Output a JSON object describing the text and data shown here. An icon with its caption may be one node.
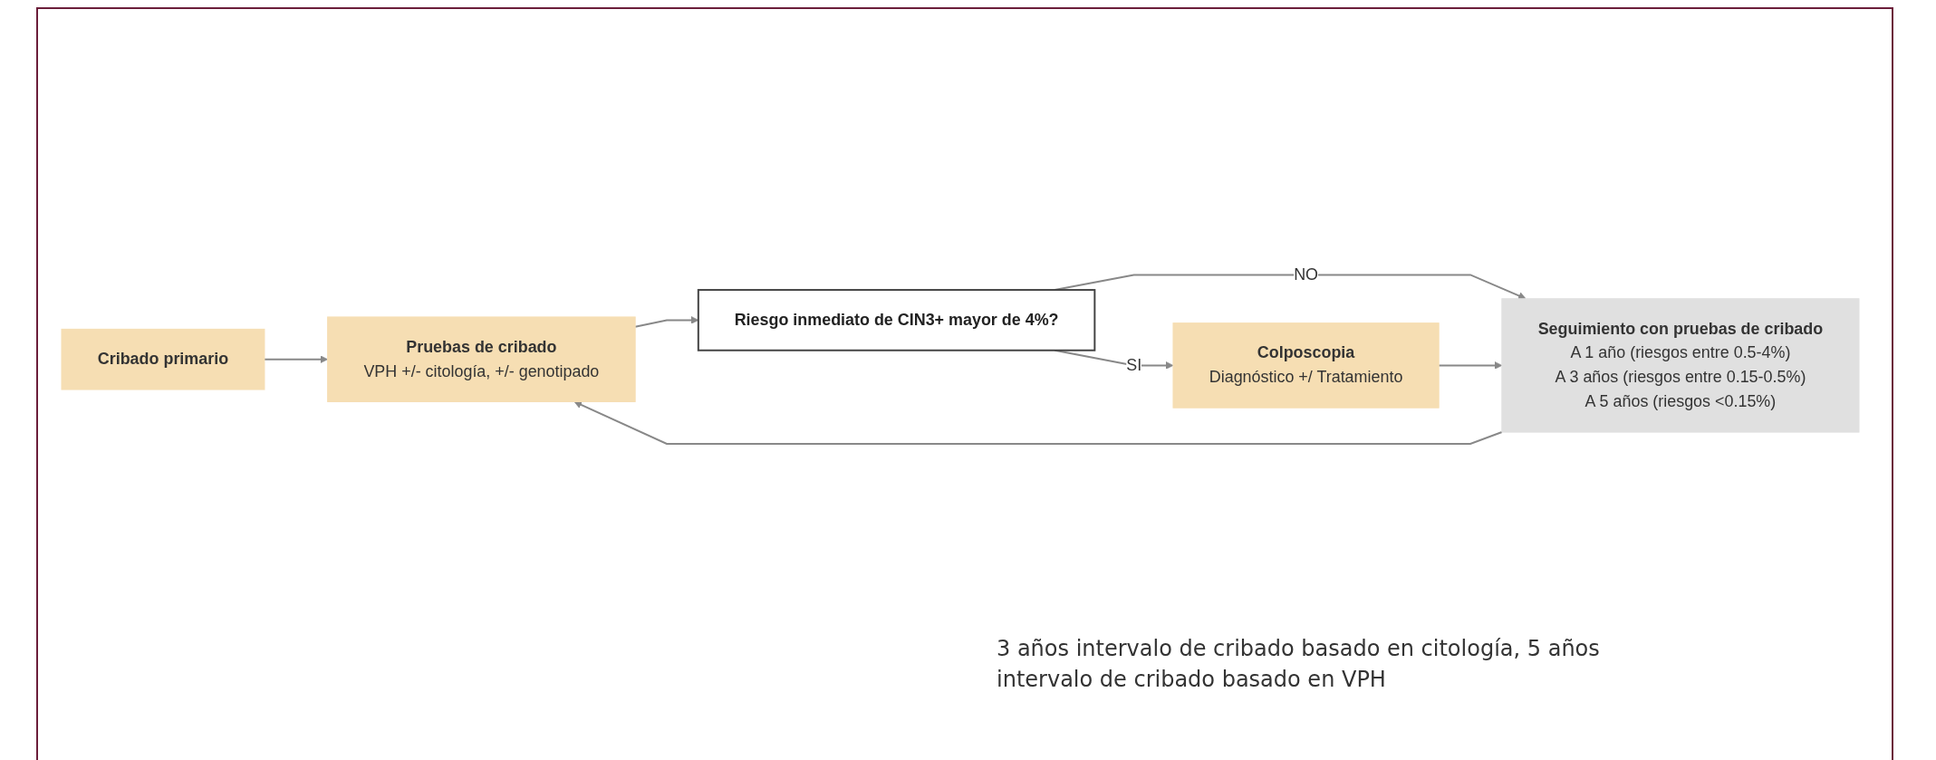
{
  "diagram": {
    "nodes": [
      {
        "text": [
          "Cribado primario"
        ]
      },
      {
        "text": [
          "Pruebas de cribado",
          "VPH +/- citología, +/- genotipado"
        ]
      },
      {
        "text": [
          "Riesgo inmediato de CIN3+ mayor de 4%?"
        ]
      },
      {
        "text": [
          "Colposcopia",
          "Diagnóstico +/ Tratamiento"
        ]
      },
      {
        "text": [
          "Seguimiento con pruebas de cribado",
          "A 1 año (riesgos entre 0.5-4%)",
          "A 3 años (riesgos entre 0.15-0.5%)",
          "A 5 años (riesgos <0.15%)"
        ]
      }
    ],
    "labels": [
      "3 años intervalo de cribado basado en citología, 5 años intervalo de cribado basado en VPH"
    ],
    "edges": [
      {
        "from": 0,
        "to": 1,
        "arrow": "to"
      },
      {
        "from": 1,
        "to": 2,
        "arrow": "to"
      },
      {
        "from": 2,
        "to": 3,
        "arrow": "to",
        "label": "SI"
      },
      {
        "from": 2,
        "to": 4,
        "arrow": "to",
        "label": "NO"
      },
      {
        "from": 3,
        "to": 4,
        "arrow": "to"
      },
      {
        "from": 4,
        "to": 1,
        "arrow": "to"
      }
    ]
  }
}
